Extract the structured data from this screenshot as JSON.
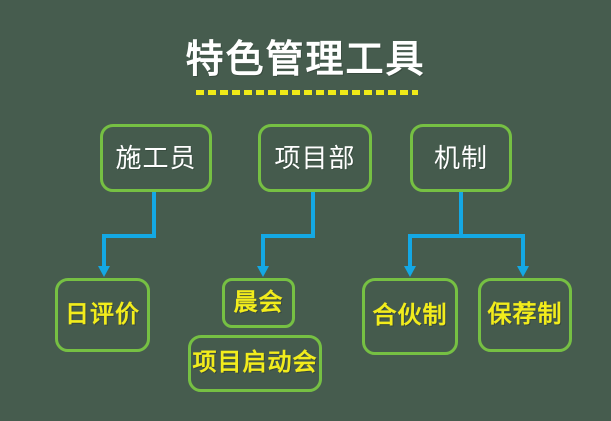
{
  "slide": {
    "title": "特色管理工具",
    "background_color": "#465C4E",
    "box_border_color": "#76C043",
    "top_label_color": "#FFFFFF",
    "leaf_label_color": "#F2EC1C",
    "connector_color": "#14A8E4",
    "underline_color": "#F0EA18"
  },
  "nodes": {
    "top": [
      {
        "id": "shigongyuan",
        "label": "施工员"
      },
      {
        "id": "xiangmubu",
        "label": "项目部"
      },
      {
        "id": "jizhi",
        "label": "机制"
      }
    ],
    "leaves": [
      {
        "id": "ripingjia",
        "label": "日评价"
      },
      {
        "id": "chenhui",
        "label": "晨会"
      },
      {
        "id": "xiangmuqidong",
        "label": "项目启动会"
      },
      {
        "id": "hehuozhi",
        "label": "合伙制"
      },
      {
        "id": "baojianzhi",
        "label": "保荐制"
      }
    ]
  },
  "connectors": [
    {
      "id": "left",
      "from": "施工员",
      "to": [
        "日评价"
      ],
      "style": "elbow-left-down-arrow"
    },
    {
      "id": "middle",
      "from": "项目部",
      "to": [
        "晨会"
      ],
      "style": "elbow-left-down-arrow"
    },
    {
      "id": "right",
      "from": "机制",
      "to": [
        "合伙制",
        "保荐制"
      ],
      "style": "fork-down-two-arrows"
    }
  ]
}
